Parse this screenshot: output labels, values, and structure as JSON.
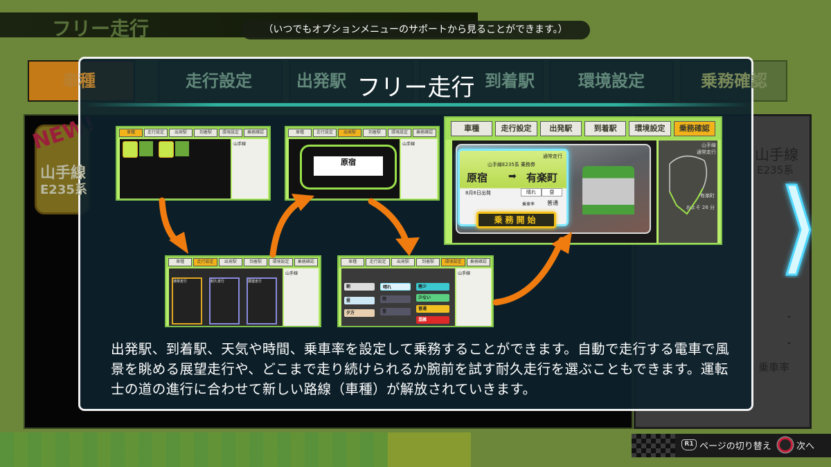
{
  "background": {
    "title": "フリー走行",
    "notice": "（いつでもオプションメニューのサポートから見ることができます。）",
    "tabs": [
      "車種",
      "走行設定",
      "出発駅",
      "到着駅",
      "環境設定",
      "乗務確認"
    ],
    "active_tab": "車種",
    "new_badge": "NEW!",
    "card_line": "山手線",
    "card_type": "E235系",
    "right_panel": {
      "line": "山手線",
      "type": "E235系",
      "dash": "-",
      "ride_rate_label": "乗車率"
    },
    "colors": {
      "bg": "#6c873a",
      "accent_orange": "#c57a18",
      "chevron": "#5de0ff"
    }
  },
  "dialog": {
    "title": "フリー走行",
    "description": "出発駅、到着駅、天気や時間、乗車率を設定して乗務することができます。自動で走行する電車で風景を眺める展望走行や、どこまで走り続けられるか腕前を試す耐久走行を選ぶこともできます。運転士の道の進行に合わせて新しい路線（車種）が解放されていきます。",
    "thumbnail_tabs": [
      "車種",
      "走行設定",
      "出発駅",
      "到着駅",
      "環境設定",
      "乗務確認"
    ],
    "step2": {
      "station": "原宿"
    },
    "step3_modes": [
      "通常走行",
      "耐久走行",
      "展望走行"
    ],
    "step4": {
      "times": [
        "朝",
        "昼",
        "夕方"
      ],
      "weather": [
        "晴れ",
        "雨",
        "雪"
      ],
      "ride_rates": [
        "極少",
        "少ない",
        "普通",
        "混雑"
      ]
    },
    "confirm": {
      "mode": "通常走行",
      "ticket_title": "山手線E235系 乗務券",
      "from": "原宿",
      "arrow": "➡",
      "to": "有楽町",
      "date": "8月6日出発",
      "weather": "晴れ",
      "time": "昼",
      "ride_rate_label": "乗車率",
      "ride_rate": "普通",
      "start_button": "乗務開始",
      "side_line": "山手線",
      "side_mode": "通常走行",
      "side_dest": "有楽町",
      "play_time": "およそ 26 分"
    }
  },
  "hints": {
    "r1_label": "R1",
    "page_switch": "ページの切り替え",
    "next": "次へ"
  }
}
